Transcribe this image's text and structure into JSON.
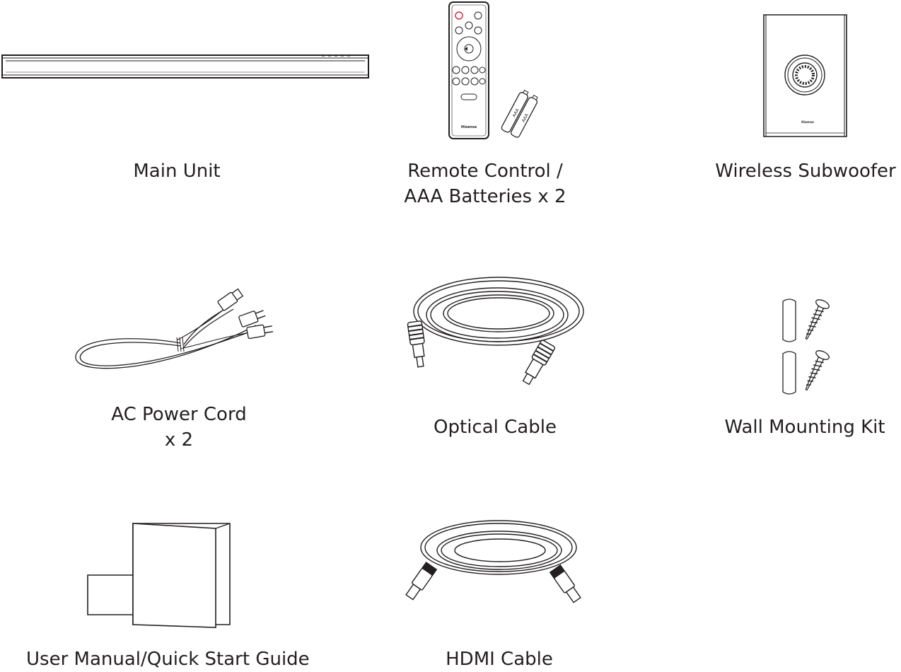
{
  "items": [
    {
      "id": "main-unit",
      "label_lines": [
        "Main Unit"
      ]
    },
    {
      "id": "remote-control",
      "label_lines": [
        "Remote Control /",
        "AAA Batteries x 2"
      ],
      "battery_text": "AAA",
      "remote_brand": "Hisense"
    },
    {
      "id": "wireless-subwoofer",
      "label_lines": [
        "Wireless Subwoofer"
      ],
      "brand": "Hisense"
    },
    {
      "id": "ac-power-cord",
      "label_lines": [
        "AC Power Cord",
        "x 2"
      ]
    },
    {
      "id": "optical-cable",
      "label_lines": [
        "Optical Cable"
      ]
    },
    {
      "id": "wall-mounting-kit",
      "label_lines": [
        "Wall Mounting Kit"
      ]
    },
    {
      "id": "user-manual",
      "label_lines": [
        "User Manual/Quick Start Guide"
      ]
    },
    {
      "id": "hdmi-cable",
      "label_lines": [
        "HDMI Cable"
      ]
    }
  ],
  "colors": {
    "line": "#231f20",
    "background": "#ffffff",
    "power-key": "#d6001c"
  }
}
